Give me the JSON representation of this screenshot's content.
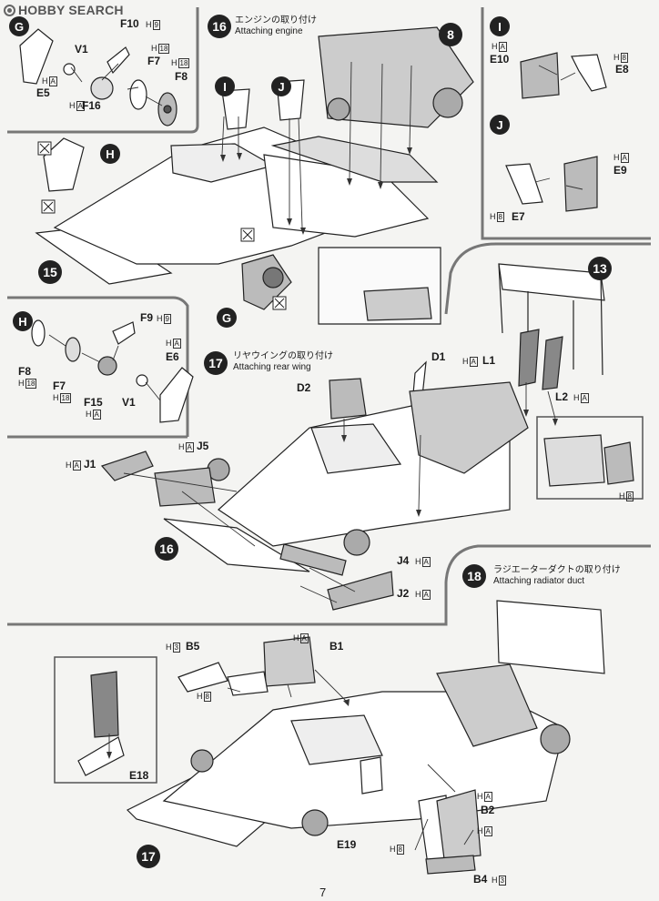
{
  "watermark": "HOBBY SEARCH",
  "page_number": "7",
  "steps": {
    "s16": {
      "number": "16",
      "title_jp": "エンジンの取り付け",
      "title_en": "Attaching engine"
    },
    "s17": {
      "number": "17",
      "title_jp": "リヤウイングの取り付け",
      "title_en": "Attaching rear wing"
    },
    "s18": {
      "number": "18",
      "title_jp": "ラジエーターダクトの取り付け",
      "title_en": "Attaching radiator duct"
    },
    "ref": {
      "s8": "8",
      "s13": "13",
      "s15": "15",
      "s16": "16",
      "s17a": "17",
      "s17b": "17"
    }
  },
  "subassemblies": {
    "G": "G",
    "H": "H",
    "I": "I",
    "J": "J"
  },
  "parts": {
    "V1": "V1",
    "E5": "E5",
    "F10": "F10",
    "F7": "F7",
    "F8": "F8",
    "F16": "F16",
    "E10": "E10",
    "E8": "E8",
    "E9": "E9",
    "E7": "E7",
    "F9": "F9",
    "E6": "E6",
    "F15": "F15",
    "L1": "L1",
    "L2": "L2",
    "D1": "D1",
    "D2": "D2",
    "J1": "J1",
    "J5": "J5",
    "J4": "J4",
    "J2": "J2",
    "B5": "B5",
    "B1": "B1",
    "B2": "B2",
    "B4": "B4",
    "E18": "E18",
    "E19": "E19"
  },
  "runners": {
    "H": "H",
    "A": "A",
    "n9": "9",
    "n18": "18",
    "n8": "8",
    "n3": "3"
  }
}
